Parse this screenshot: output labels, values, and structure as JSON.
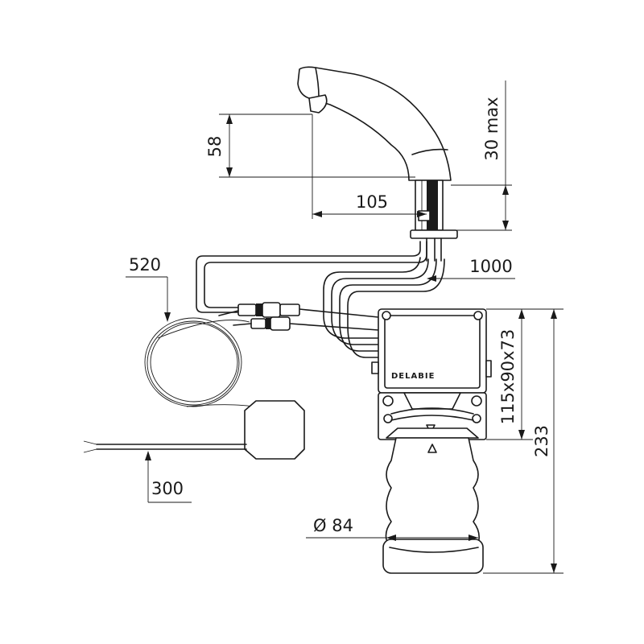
{
  "dimensions": {
    "d58": "58",
    "d30max": "30 max",
    "d105": "105",
    "d520": "520",
    "d1000": "1000",
    "d300": "300",
    "dbox": "115x90x73",
    "d233": "233",
    "d84": "Ø 84"
  },
  "brand": "DELABIE"
}
